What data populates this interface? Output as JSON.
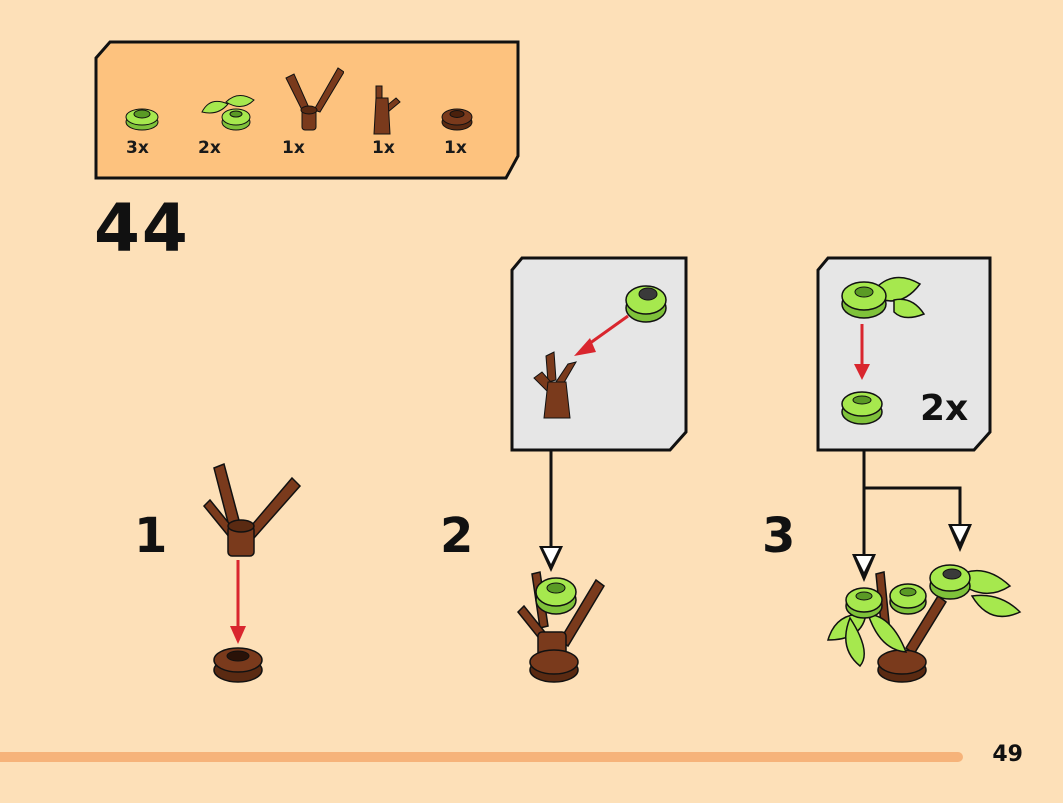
{
  "parts_list": {
    "items": [
      {
        "qty": "3x",
        "icon": "round-lime-plate-icon"
      },
      {
        "qty": "2x",
        "icon": "lime-leaf-plant-icon"
      },
      {
        "qty": "1x",
        "icon": "brown-forked-branch-icon"
      },
      {
        "qty": "1x",
        "icon": "brown-short-branch-icon"
      },
      {
        "qty": "1x",
        "icon": "round-brown-plate-icon"
      }
    ]
  },
  "step_number": "44",
  "substeps": [
    {
      "label": "1"
    },
    {
      "label": "2"
    },
    {
      "label": "3"
    }
  ],
  "callout3_multiplier": "2x",
  "page_number": "49",
  "colors": {
    "background": "#fde0b8",
    "parts_box": "#fdc27e",
    "callout": "#e6e6e6",
    "brown": "#7a3a1c",
    "lime": "#a6e84e",
    "arrow_red": "#d9262e",
    "footer_bar": "#f6b37a"
  }
}
